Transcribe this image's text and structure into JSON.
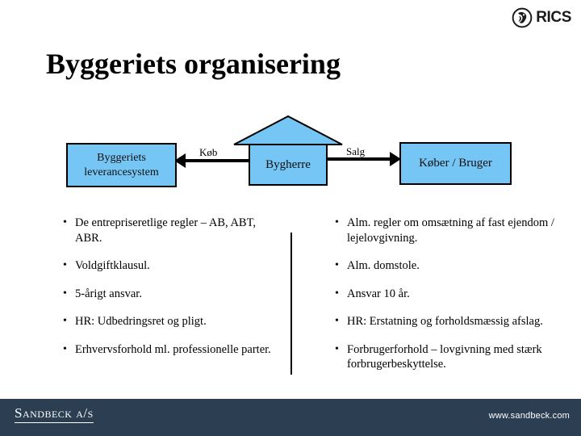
{
  "brand": {
    "rics_label": "RICS",
    "rics_icon": "rics-lion-emblem-icon"
  },
  "slide": {
    "title": "Byggeriets organisering"
  },
  "diagram": {
    "nodes": [
      {
        "id": "leverancesystem",
        "line1": "Byggeriets",
        "line2": "leverancesystem"
      },
      {
        "id": "bygherre",
        "line1": "Bygherre",
        "line2": ""
      },
      {
        "id": "kober",
        "line1": "Køber / Bruger",
        "line2": ""
      }
    ],
    "arrows": [
      {
        "id": "kob",
        "label": "Køb",
        "direction": "left"
      },
      {
        "id": "salg",
        "label": "Salg",
        "direction": "right"
      }
    ],
    "node_fill": "#76c6f5",
    "node_stroke": "#000000"
  },
  "columns": {
    "left": {
      "bullets": [
        "De entrepriseretlige regler – AB, ABT, ABR.",
        "Voldgiftklausul.",
        "5-årigt ansvar.",
        "HR: Udbedringsret og pligt.",
        "Erhvervsforhold ml. professionelle parter."
      ]
    },
    "right": {
      "bullets": [
        "Alm. regler om omsætning af fast ejendom / lejelovgivning.",
        "Alm. domstole.",
        "Ansvar 10 år.",
        "HR: Erstatning og forholdsmæssig afslag.",
        "Forbrugerforhold – lovgivning med stærk forbrugerbeskyttelse."
      ]
    },
    "bullet_glyph": "•"
  },
  "footer": {
    "company": "Sandbeck a/s",
    "url": "www.sandbeck.com",
    "background": "#2c3e52"
  }
}
